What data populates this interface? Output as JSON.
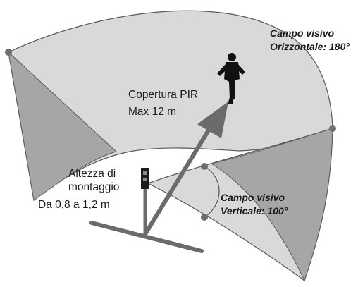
{
  "labels": {
    "horizontal_title": "Campo visivo",
    "horizontal_value": "Orizzontale: 180°",
    "coverage_title": "Copertura PIR",
    "coverage_value": "Max 12 m",
    "height_line1": "Altezza di",
    "height_line2": "montaggio",
    "height_range": "Da 0,8 a 1,2 m",
    "vertical_title": "Campo visivo",
    "vertical_value": "Verticale: 100°"
  },
  "colors": {
    "light_fill": "#d9d9d9",
    "dark_fill": "#a6a6a6",
    "stroke": "#595959",
    "arrow": "#6b6b6b",
    "dot": "#6e6e6e"
  }
}
